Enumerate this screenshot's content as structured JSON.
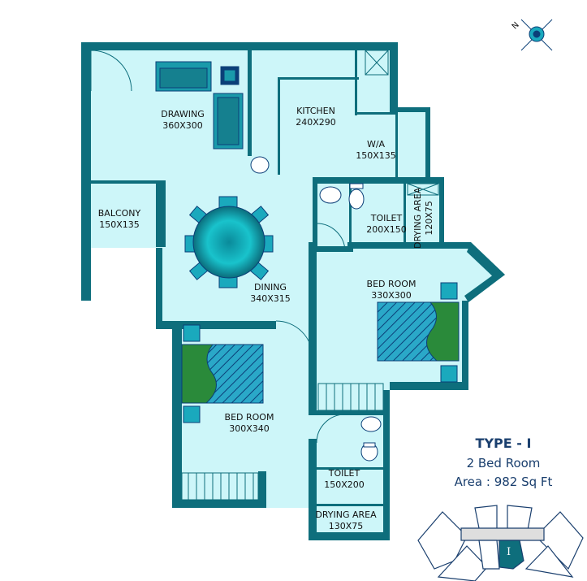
{
  "rooms": {
    "drawing": {
      "name": "DRAWING",
      "size": "360X300"
    },
    "kitchen": {
      "name": "KITCHEN",
      "size": "240X290"
    },
    "wa": {
      "name": "W/A",
      "size": "150X135"
    },
    "balcony": {
      "name": "BALCONY",
      "size": "150X135"
    },
    "toilet1": {
      "name": "TOILET",
      "size": "200X150"
    },
    "drying1": {
      "name": "DRYING AREA",
      "size": "120X75"
    },
    "dining": {
      "name": "DINING",
      "size": "340X315"
    },
    "bedroom1": {
      "name": "BED ROOM",
      "size": "330X300"
    },
    "bedroom2": {
      "name": "BED ROOM",
      "size": "300X340"
    },
    "toilet2": {
      "name": "TOILET",
      "size": "150X200"
    },
    "drying2": {
      "name": "DRYING AREA",
      "size": "130X75"
    }
  },
  "info": {
    "type": "TYPE - I",
    "bedrooms": "2  Bed Room",
    "area": "Area : 982 Sq Ft"
  },
  "key_plan": {
    "unit_label": "I"
  },
  "compass": {
    "north": "N"
  },
  "colors": {
    "floor": "#cdf6f9",
    "wall": "#0e6e7c",
    "text": "#1a3f6e"
  }
}
